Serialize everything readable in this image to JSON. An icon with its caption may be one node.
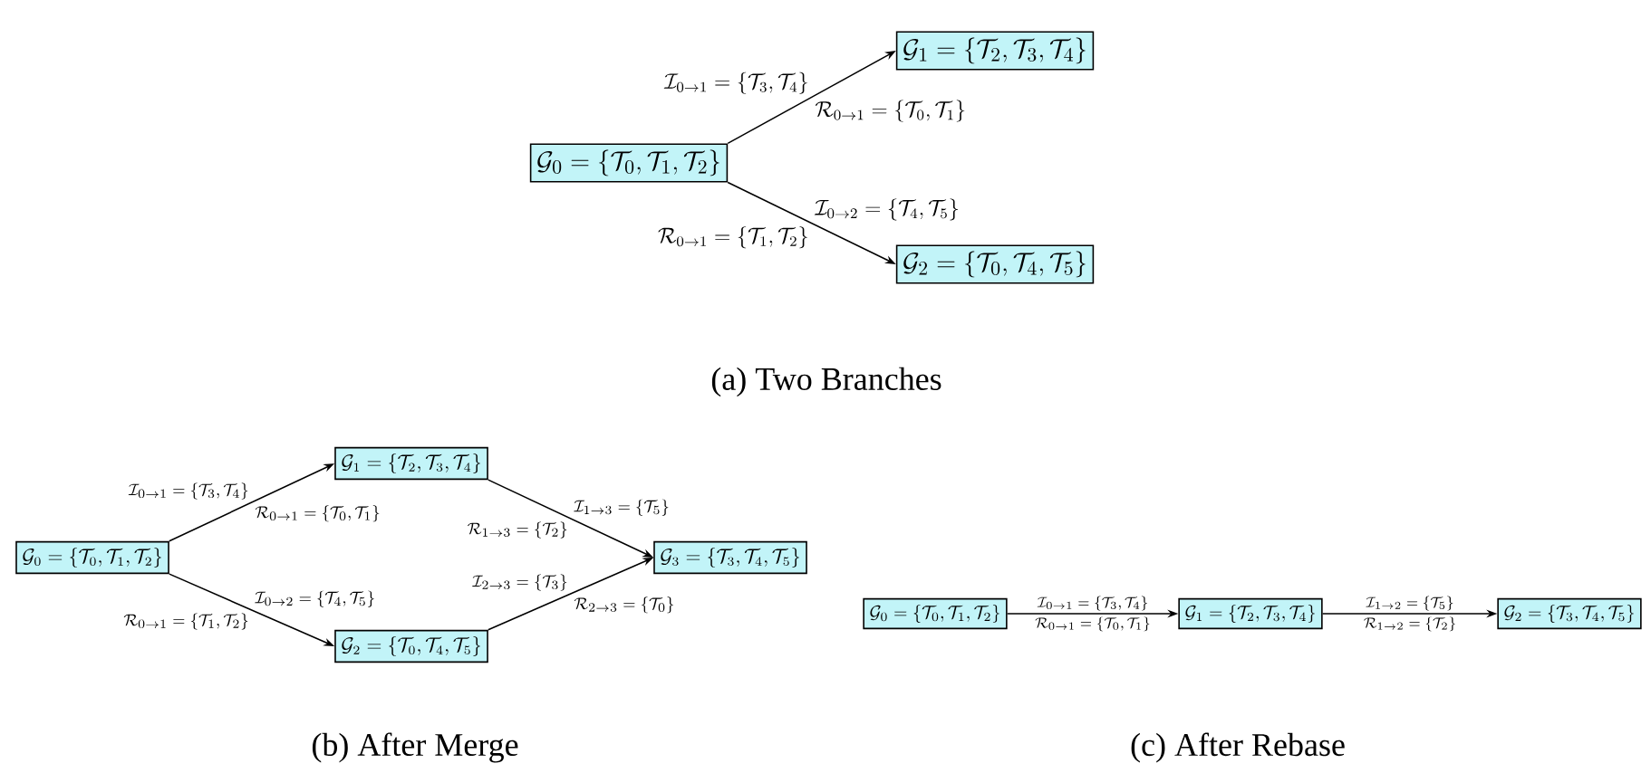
{
  "diagram": {
    "nodes": [
      {
        "text": [
          "\\mathcal{G}_0 = \\{\\mathcal{T}_0, \\mathcal{T}_1, \\mathcal{T}_2\\}"
        ]
      },
      {
        "text": [
          "\\mathcal{G}_1 = \\{\\mathcal{T}_2, \\mathcal{T}_3, \\mathcal{T}_4\\}"
        ]
      },
      {
        "text": [
          "\\mathcal{G}_2 = \\{\\mathcal{T}_0, \\mathcal{T}_4, \\mathcal{T}_5\\}"
        ]
      },
      {
        "text": [
          "\\mathcal{G}_0 = \\{\\mathcal{T}_0, \\mathcal{T}_1, \\mathcal{T}_2\\}"
        ]
      },
      {
        "text": [
          "\\mathcal{G}_1 = \\{\\mathcal{T}_2, \\mathcal{T}_3, \\mathcal{T}_4\\}"
        ]
      },
      {
        "text": [
          "\\mathcal{G}_2 = \\{\\mathcal{T}_0, \\mathcal{T}_4, \\mathcal{T}_5\\}"
        ]
      },
      {
        "text": [
          "\\mathcal{G}_3 = \\{\\mathcal{T}_3, \\mathcal{T}_4, \\mathcal{T}_5\\}"
        ]
      },
      {
        "text": [
          "\\mathcal{G}_0 = \\{\\mathcal{T}_0, \\mathcal{T}_1, \\mathcal{T}_2\\}"
        ]
      },
      {
        "text": [
          "\\mathcal{G}_1 = \\{\\mathcal{T}_2, \\mathcal{T}_3, \\mathcal{T}_4\\}"
        ]
      },
      {
        "text": [
          "\\mathcal{G}_2 = \\{\\mathcal{T}_3, \\mathcal{T}_4, \\mathcal{T}_5\\}"
        ]
      }
    ],
    "edges": [
      {
        "from": 0,
        "to": 1,
        "arrow": "to",
        "label": [
          "\\mathcal{I}_{0\\to 1} = \\{\\mathcal{T}_3, \\mathcal{T}_4\\}",
          "\\mathcal{R}_{0\\to 1} = \\{\\mathcal{T}_0, \\mathcal{T}_1\\}"
        ]
      },
      {
        "from": 0,
        "to": 2,
        "arrow": "to",
        "label": [
          "\\mathcal{I}_{0\\to 2} = \\{\\mathcal{T}_4, \\mathcal{T}_5\\}",
          "\\mathcal{R}_{0\\to 1} = \\{\\mathcal{T}_1, \\mathcal{T}_2\\}"
        ]
      },
      {
        "from": 3,
        "to": 4,
        "arrow": "to",
        "label": [
          "\\mathcal{I}_{0\\to 1} = \\{\\mathcal{T}_3, \\mathcal{T}_4\\}",
          "\\mathcal{R}_{0\\to 1} = \\{\\mathcal{T}_0, \\mathcal{T}_1\\}"
        ]
      },
      {
        "from": 3,
        "to": 5,
        "arrow": "to",
        "label": [
          "\\mathcal{I}_{0\\to 2} = \\{\\mathcal{T}_4, \\mathcal{T}_5\\}",
          "\\mathcal{R}_{0\\to 1} = \\{\\mathcal{T}_1, \\mathcal{T}_2\\}"
        ]
      },
      {
        "from": 4,
        "to": 6,
        "arrow": "to",
        "label": [
          "\\mathcal{I}_{1\\to 3} = \\{\\mathcal{T}_5\\}",
          "\\mathcal{R}_{1\\to 3} = \\{\\mathcal{T}_2\\}"
        ]
      },
      {
        "from": 5,
        "to": 6,
        "arrow": "to",
        "label": [
          "\\mathcal{I}_{2\\to 3} = \\{\\mathcal{T}_3\\}",
          "\\mathcal{R}_{2\\to 3} = \\{\\mathcal{T}_0\\}"
        ]
      },
      {
        "from": 7,
        "to": 8,
        "arrow": "to",
        "label": [
          "\\mathcal{I}_{0\\to 1} = \\{\\mathcal{T}_3, \\mathcal{T}_4\\}",
          "\\mathcal{R}_{0\\to 1} = \\{\\mathcal{T}_0, \\mathcal{T}_1\\}"
        ]
      },
      {
        "from": 8,
        "to": 9,
        "arrow": "to",
        "label": [
          "\\mathcal{I}_{1\\to 2} = \\{\\mathcal{T}_5\\}",
          "\\mathcal{R}_{1\\to 2} = \\{\\mathcal{T}_2\\}"
        ]
      }
    ],
    "labels": [
      "(a) Two Branches",
      "(b) After Merge",
      "(c) After Rebase"
    ]
  }
}
